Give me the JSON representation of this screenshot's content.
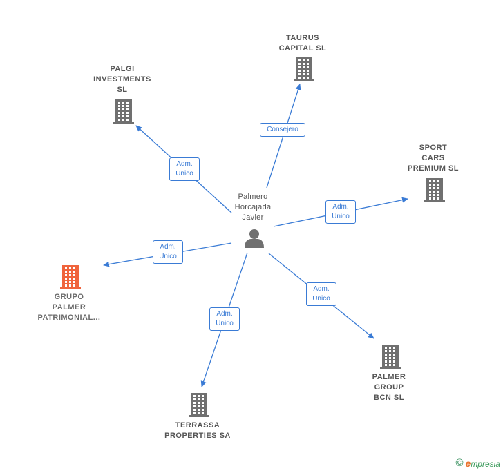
{
  "center": {
    "label": "Palmero\nHorcajada\nJavier",
    "icon": "person-icon"
  },
  "companies": [
    {
      "id": "taurus",
      "label": "TAURUS\nCAPITAL  SL",
      "icon": "building-icon",
      "color": "#707070"
    },
    {
      "id": "palgi",
      "label": "PALGI\nINVESTMENTS\nSL",
      "icon": "building-icon",
      "color": "#707070"
    },
    {
      "id": "sport",
      "label": "SPORT\nCARS\nPREMIUM  SL",
      "icon": "building-icon",
      "color": "#707070"
    },
    {
      "id": "grupo",
      "label": "GRUPO\nPALMER\nPATRIMONIAL...",
      "icon": "building-icon",
      "color": "#f0643c"
    },
    {
      "id": "palmer",
      "label": "PALMER\nGROUP\nBCN  SL",
      "icon": "building-icon",
      "color": "#707070"
    },
    {
      "id": "terrassa",
      "label": "TERRASSA\nPROPERTIES SA",
      "icon": "building-icon",
      "color": "#707070"
    }
  ],
  "edges": [
    {
      "to": "taurus",
      "label": "Consejero"
    },
    {
      "to": "palgi",
      "label": "Adm.\nUnico"
    },
    {
      "to": "sport",
      "label": "Adm.\nUnico"
    },
    {
      "to": "grupo",
      "label": "Adm.\nUnico"
    },
    {
      "to": "palmer",
      "label": "Adm.\nUnico"
    },
    {
      "to": "terrassa",
      "label": "Adm.\nUnico"
    }
  ],
  "colors": {
    "edge": "#3a7bd5",
    "building": "#707070",
    "highlight": "#f0643c",
    "person": "#707070"
  },
  "footer": {
    "copyright": "©",
    "brand_initial": "e",
    "brand_rest": "mpresia"
  }
}
